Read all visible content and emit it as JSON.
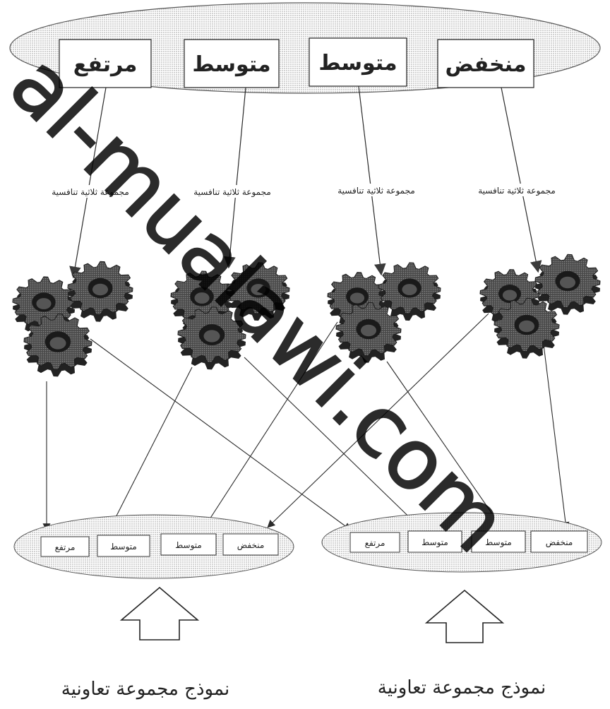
{
  "top_levels": [
    "مرتفع",
    "متوسط",
    "متوسط",
    "منخفض"
  ],
  "triad_label": "مجموعة ثلاثية تنافسية",
  "left_group": [
    "مرتفع",
    "متوسط",
    "متوسط",
    "منخفض"
  ],
  "right_group": [
    "مرتفع",
    "متوسط",
    "متوسط",
    "منخفض"
  ],
  "captions": [
    "نموذج مجموعة تعاونية",
    "نموذج مجموعة تعاونية"
  ],
  "watermark": "al-mualawi.com",
  "colors": {
    "gear": "#3c3c3c",
    "dots": "#9a9a9a",
    "line": "#222222"
  }
}
